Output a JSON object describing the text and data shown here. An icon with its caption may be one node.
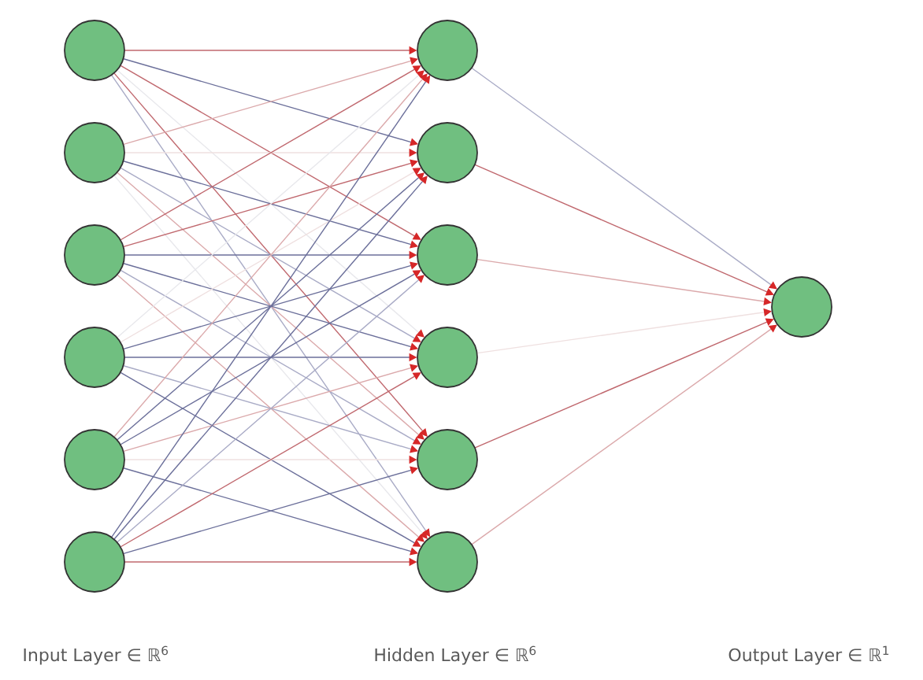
{
  "diagram": {
    "nodes": [
      {
        "text": [],
        "shape": "circle"
      },
      {
        "text": [],
        "shape": "circle"
      },
      {
        "text": [],
        "shape": "circle"
      },
      {
        "text": [],
        "shape": "circle"
      },
      {
        "text": [],
        "shape": "circle"
      },
      {
        "text": [],
        "shape": "circle"
      },
      {
        "text": [],
        "shape": "circle"
      },
      {
        "text": [],
        "shape": "circle"
      },
      {
        "text": [],
        "shape": "circle"
      },
      {
        "text": [],
        "shape": "circle"
      },
      {
        "text": [],
        "shape": "circle"
      },
      {
        "text": [],
        "shape": "circle"
      },
      {
        "text": [],
        "shape": "circle"
      }
    ],
    "edges": [
      {
        "from": 0,
        "to": 6,
        "arrow": "to",
        "color": "#c0686e"
      },
      {
        "from": 0,
        "to": 7,
        "arrow": "to",
        "color": "#6b6f9a"
      },
      {
        "from": 0,
        "to": 8,
        "arrow": "to",
        "color": "#c0686e"
      },
      {
        "from": 0,
        "to": 9,
        "arrow": "to",
        "color": "#e8e8ec"
      },
      {
        "from": 0,
        "to": 10,
        "arrow": "to",
        "color": "#c0686e"
      },
      {
        "from": 0,
        "to": 11,
        "arrow": "to",
        "color": "#a9abc6"
      },
      {
        "from": 1,
        "to": 6,
        "arrow": "to",
        "color": "#dba9ab"
      },
      {
        "from": 1,
        "to": 7,
        "arrow": "to",
        "color": "#efe0e0"
      },
      {
        "from": 1,
        "to": 8,
        "arrow": "to",
        "color": "#6b6f9a"
      },
      {
        "from": 1,
        "to": 9,
        "arrow": "to",
        "color": "#a9abc6"
      },
      {
        "from": 1,
        "to": 10,
        "arrow": "to",
        "color": "#dba9ab"
      },
      {
        "from": 1,
        "to": 11,
        "arrow": "to",
        "color": "#e8e8ec"
      },
      {
        "from": 2,
        "to": 6,
        "arrow": "to",
        "color": "#c0686e"
      },
      {
        "from": 2,
        "to": 7,
        "arrow": "to",
        "color": "#c0686e"
      },
      {
        "from": 2,
        "to": 8,
        "arrow": "to",
        "color": "#6b6f9a"
      },
      {
        "from": 2,
        "to": 9,
        "arrow": "to",
        "color": "#6b6f9a"
      },
      {
        "from": 2,
        "to": 10,
        "arrow": "to",
        "color": "#a9abc6"
      },
      {
        "from": 2,
        "to": 11,
        "arrow": "to",
        "color": "#dba9ab"
      },
      {
        "from": 3,
        "to": 6,
        "arrow": "to",
        "color": "#e8e8ec"
      },
      {
        "from": 3,
        "to": 7,
        "arrow": "to",
        "color": "#efe0e0"
      },
      {
        "from": 3,
        "to": 8,
        "arrow": "to",
        "color": "#6b6f9a"
      },
      {
        "from": 3,
        "to": 9,
        "arrow": "to",
        "color": "#6b6f9a"
      },
      {
        "from": 3,
        "to": 10,
        "arrow": "to",
        "color": "#a9abc6"
      },
      {
        "from": 3,
        "to": 11,
        "arrow": "to",
        "color": "#6b6f9a"
      },
      {
        "from": 4,
        "to": 6,
        "arrow": "to",
        "color": "#dba9ab"
      },
      {
        "from": 4,
        "to": 7,
        "arrow": "to",
        "color": "#6b6f9a"
      },
      {
        "from": 4,
        "to": 8,
        "arrow": "to",
        "color": "#6b6f9a"
      },
      {
        "from": 4,
        "to": 9,
        "arrow": "to",
        "color": "#dba9ab"
      },
      {
        "from": 4,
        "to": 10,
        "arrow": "to",
        "color": "#efe0e0"
      },
      {
        "from": 4,
        "to": 11,
        "arrow": "to",
        "color": "#6b6f9a"
      },
      {
        "from": 5,
        "to": 6,
        "arrow": "to",
        "color": "#6b6f9a"
      },
      {
        "from": 5,
        "to": 7,
        "arrow": "to",
        "color": "#6b6f9a"
      },
      {
        "from": 5,
        "to": 8,
        "arrow": "to",
        "color": "#a9abc6"
      },
      {
        "from": 5,
        "to": 9,
        "arrow": "to",
        "color": "#c0686e"
      },
      {
        "from": 5,
        "to": 10,
        "arrow": "to",
        "color": "#6b6f9a"
      },
      {
        "from": 5,
        "to": 11,
        "arrow": "to",
        "color": "#c0686e"
      },
      {
        "from": 6,
        "to": 12,
        "arrow": "to",
        "color": "#a9abc6"
      },
      {
        "from": 7,
        "to": 12,
        "arrow": "to",
        "color": "#c0686e"
      },
      {
        "from": 8,
        "to": 12,
        "arrow": "to",
        "color": "#dba9ab"
      },
      {
        "from": 9,
        "to": 12,
        "arrow": "to",
        "color": "#efe0e0"
      },
      {
        "from": 10,
        "to": 12,
        "arrow": "to",
        "color": "#c0686e"
      },
      {
        "from": 11,
        "to": 12,
        "arrow": "to",
        "color": "#dba9ab"
      }
    ],
    "labels": [
      "Input Layer ∈ ℝ$^{6}$",
      "Hidden Layer ∈ ℝ$^{6}$",
      "Output Layer ∈ ℝ$^{1}$"
    ]
  }
}
